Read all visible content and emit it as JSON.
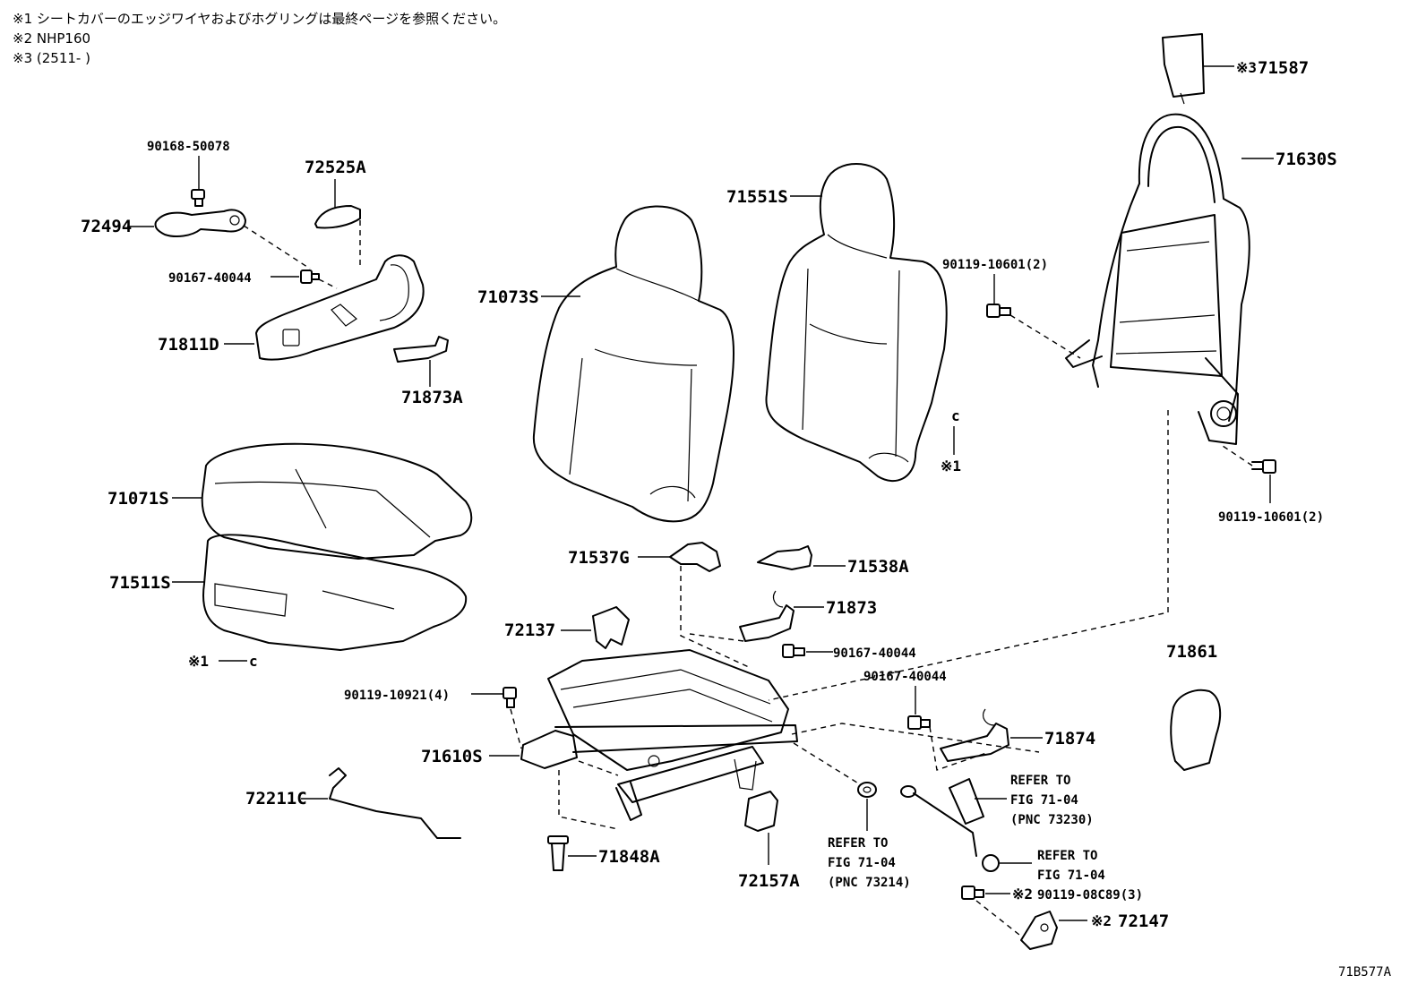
{
  "notes": [
    "※1 シートカバーのエッジワイヤおよびホグリングは最終ページを参照ください。",
    "※2 NHP160",
    "※3 (2511-      )"
  ],
  "figure_id": "71B577A",
  "parts": {
    "p71587": "71587",
    "p71587_mark": "※3",
    "p71630S": "71630S",
    "p71551S": "71551S",
    "p71073S": "71073S",
    "p90168_50078": "90168-50078",
    "p72525A": "72525A",
    "p72494": "72494",
    "p90167_40044_a": "90167-40044",
    "p71811D": "71811D",
    "p71873A": "71873A",
    "p90119_10601_a": "90119-10601(2)",
    "p90119_10601_b": "90119-10601(2)",
    "p71071S": "71071S",
    "p71511S": "71511S",
    "mark1_a": "※1",
    "mark1_b": "※1",
    "p71537G": "71537G",
    "p71538A": "71538A",
    "p71873": "71873",
    "p72137": "72137",
    "p90167_40044_b": "90167-40044",
    "p90167_40044_c": "90167-40044",
    "p71861": "71861",
    "p90119_10921": "90119-10921(4)",
    "p71874": "71874",
    "p71610S": "71610S",
    "p72211C": "72211C",
    "p71848A": "71848A",
    "p72157A": "72157A",
    "refer1": [
      "REFER TO",
      "FIG 71-04",
      "(PNC 73230)"
    ],
    "refer2": [
      "REFER TO",
      "FIG 71-04",
      "(PNC 73214)"
    ],
    "refer3": [
      "REFER TO",
      "FIG 71-04"
    ],
    "p90119_08C89": "90119-08C89(3)",
    "p90119_08C89_mark": "※2",
    "p72147": "72147",
    "p72147_mark": "※2"
  }
}
